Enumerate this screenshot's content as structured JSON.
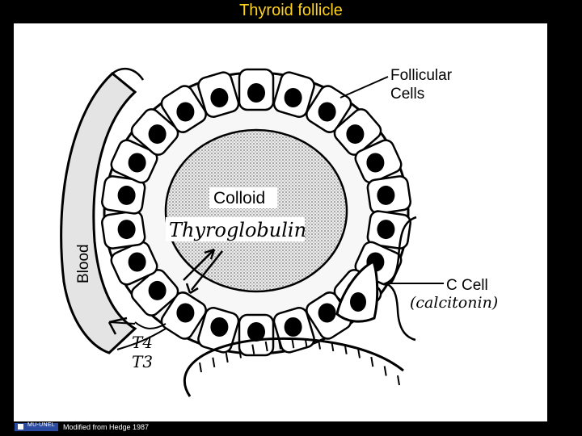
{
  "title": "Thyroid follicle",
  "labels": {
    "follicular_cells_line1": "Follicular",
    "follicular_cells_line2": "Cells",
    "colloid": "Colloid",
    "thyroglobulin": "Thyroglobulin",
    "blood": "Blood",
    "c_cell": "C Cell",
    "calcitonin": "(calcitonin)",
    "t4": "T4",
    "t3": "T3"
  },
  "footer": {
    "credit": "Modified from Hedge 1987",
    "logo_text": "MU-UNEL"
  }
}
